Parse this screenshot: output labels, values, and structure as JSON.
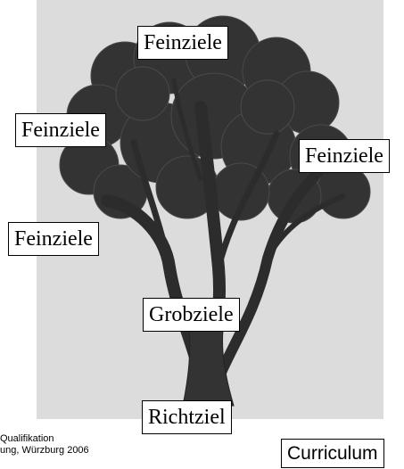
{
  "diagram": {
    "labels": {
      "feinziele_top": "Feinziele",
      "feinziele_left_upper": "Feinziele",
      "feinziele_right": "Feinziele",
      "feinziele_left_lower": "Feinziele",
      "grobziele": "Grobziele",
      "richtziel": "Richtziel"
    },
    "corner_label": "Curriculum",
    "source_lines": [
      "Qualifikation",
      "ung, Würzburg 2006"
    ]
  },
  "colors": {
    "background_panel": "#dcdcdc",
    "tree": "#333333"
  }
}
